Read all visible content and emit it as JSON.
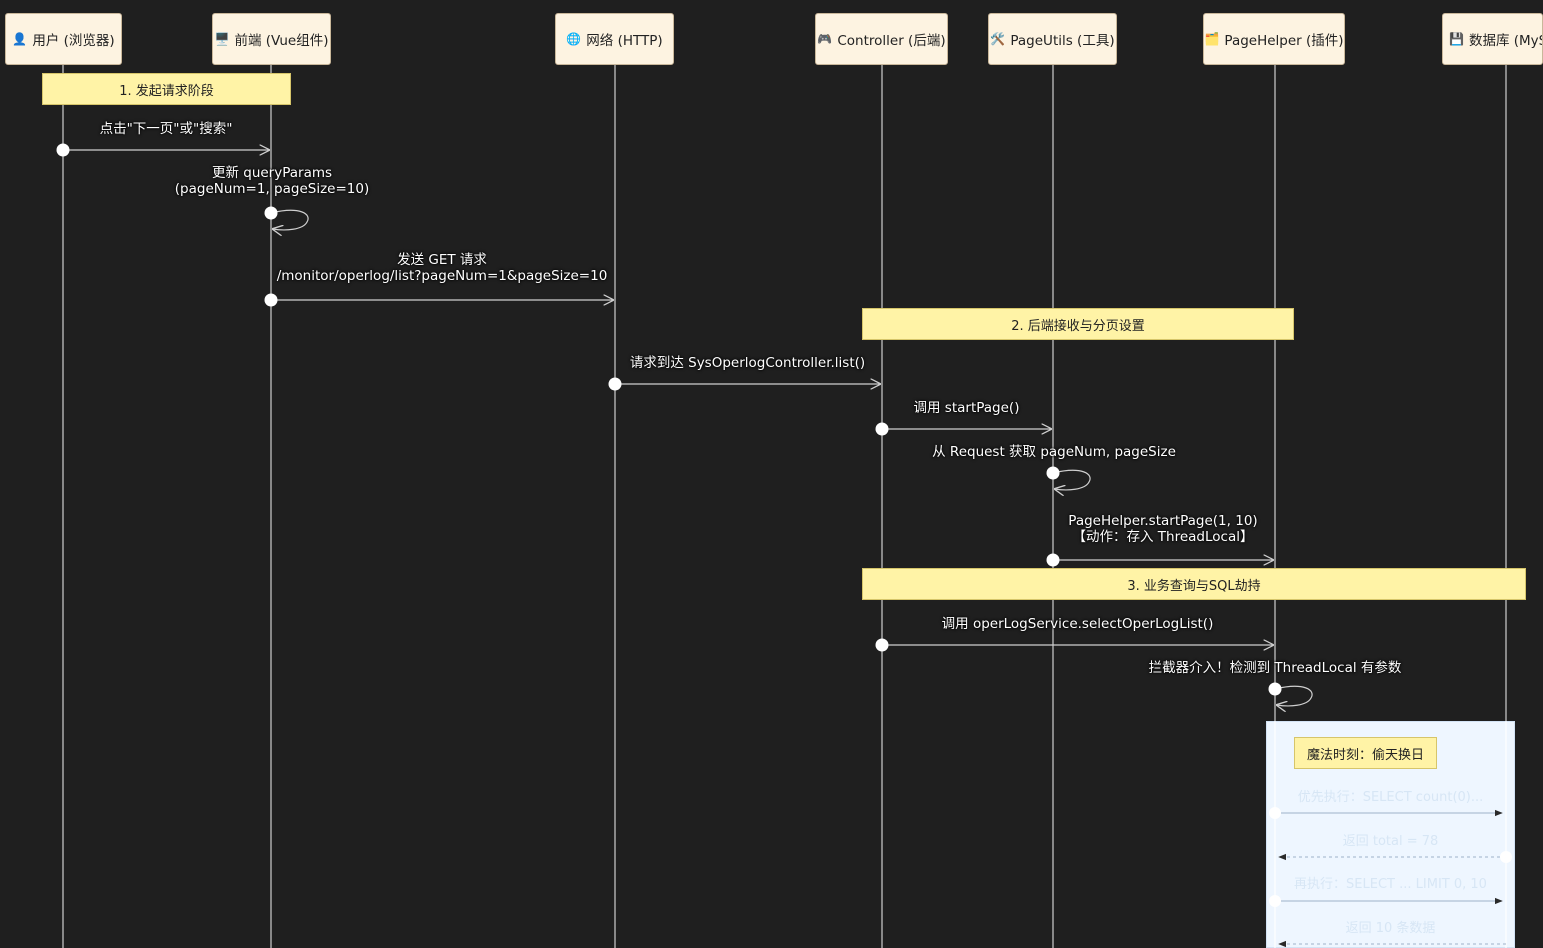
{
  "participants": [
    {
      "icon": "👤",
      "label": "用户 (浏览器)"
    },
    {
      "icon": "🖥️",
      "label": "前端 (Vue组件)"
    },
    {
      "icon": "🌐",
      "label": "网络 (HTTP)"
    },
    {
      "icon": "🎮",
      "label": "Controller (后端)"
    },
    {
      "icon": "🛠️",
      "label": "PageUtils (工具)"
    },
    {
      "icon": "🗂️",
      "label": "PageHelper (插件)"
    },
    {
      "icon": "💾",
      "label": "数据库 (MyS"
    }
  ],
  "notes": {
    "phase1": "1. 发起请求阶段",
    "phase2": "2. 后端接收与分页设置",
    "phase3": "3. 业务查询与SQL劫持",
    "magic": "魔法时刻：偷天换日"
  },
  "messages": {
    "m1": "点击\"下一页\"或\"搜索\"",
    "m2_line1": "更新 queryParams",
    "m2_line2": "(pageNum=1, pageSize=10)",
    "m3_line1": "发送 GET 请求",
    "m3_line2": "/monitor/operlog/list?pageNum=1&pageSize=10",
    "m4": "请求到达 SysOperlogController.list()",
    "m5": "调用 startPage()",
    "m6": "从 Request 获取 pageNum, pageSize",
    "m7_line1": "PageHelper.startPage(1, 10)",
    "m7_line2": "【动作：存入 ThreadLocal】",
    "m8": "调用 operLogService.selectOperLogList()",
    "m9": "拦截器介入！检测到 ThreadLocal 有参数",
    "m10": "优先执行：SELECT count(0)...",
    "m11": "返回 total = 78",
    "m12": "再执行：SELECT ... LIMIT 0, 10",
    "m13": "返回 10 条数据"
  }
}
